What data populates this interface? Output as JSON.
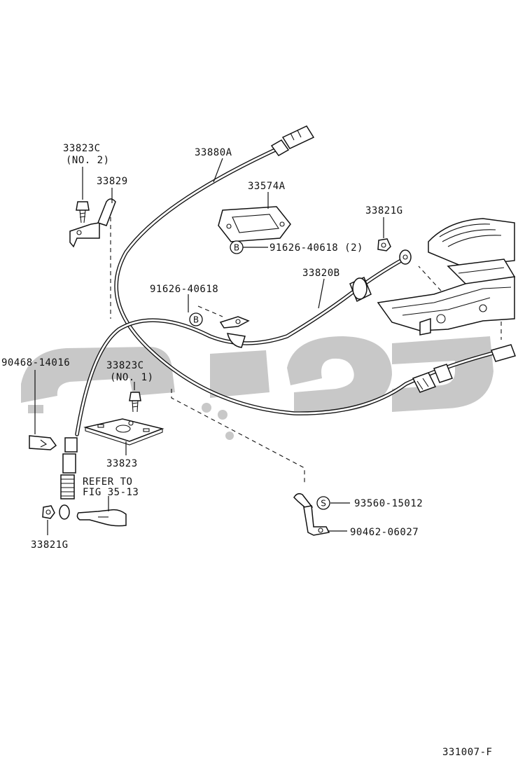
{
  "labels": {
    "p33823c_no2": "33823C",
    "p33823c_no2_sub": "(NO. 2)",
    "p33829": "33829",
    "p33880a": "33880A",
    "p33574a": "33574A",
    "p33821g_top": "33821G",
    "p91626_b_top": "91626-40618 (2)",
    "p33820b": "33820B",
    "p91626_mid": "91626-40618",
    "p90468": "90468-14016",
    "p33823c_no1": "33823C",
    "p33823c_no1_sub": "(NO. 1)",
    "p33823": "33823",
    "refer_line1": "REFER TO",
    "refer_line2": "FIG 35-13",
    "p33821g_bottom": "33821G",
    "p93560": "93560-15012",
    "p90462": "90462-06027",
    "figure_id": "331007-F"
  },
  "callout_markers": {
    "b_top": "B",
    "b_mid": "B",
    "s_bottom": "S"
  },
  "colors": {
    "line": "#111111",
    "watermark": "#c8c8c8",
    "background": "#ffffff"
  }
}
